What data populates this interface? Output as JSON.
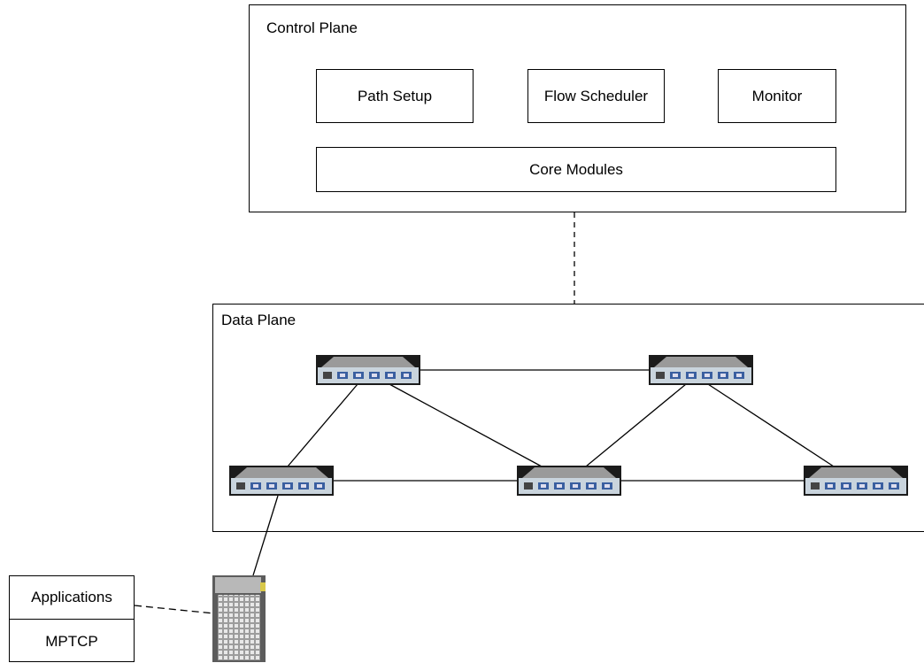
{
  "control_plane": {
    "title": "Control Plane",
    "modules": [
      "Path Setup",
      "Flow Scheduler",
      "Monitor"
    ],
    "core": "Core Modules"
  },
  "data_plane": {
    "title": "Data Plane"
  },
  "host_stack": {
    "top": "Applications",
    "bottom": "MPTCP"
  },
  "icons": {
    "switch": "network-switch-icon",
    "server": "server-icon"
  }
}
